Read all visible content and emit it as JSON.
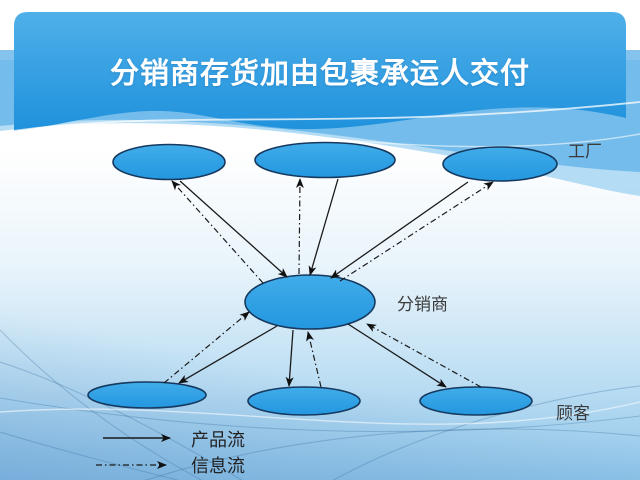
{
  "slide": {
    "title": "分销商存货加由包裹承运人交付"
  },
  "diagram": {
    "labels": {
      "factory": "工厂",
      "distributor": "分销商",
      "customer": "顾客"
    },
    "nodes": [
      {
        "id": "factory-1",
        "type": "factory",
        "row": "top"
      },
      {
        "id": "factory-2",
        "type": "factory",
        "row": "top"
      },
      {
        "id": "factory-3",
        "type": "factory",
        "row": "top"
      },
      {
        "id": "distributor",
        "type": "distributor",
        "row": "middle"
      },
      {
        "id": "customer-1",
        "type": "customer",
        "row": "bottom"
      },
      {
        "id": "customer-2",
        "type": "customer",
        "row": "bottom"
      },
      {
        "id": "customer-3",
        "type": "customer",
        "row": "bottom"
      }
    ],
    "flows": [
      {
        "from": "factory-1",
        "to": "distributor",
        "type": "product"
      },
      {
        "from": "factory-2",
        "to": "distributor",
        "type": "product"
      },
      {
        "from": "factory-3",
        "to": "distributor",
        "type": "product"
      },
      {
        "from": "distributor",
        "to": "customer-1",
        "type": "product"
      },
      {
        "from": "distributor",
        "to": "customer-2",
        "type": "product"
      },
      {
        "from": "distributor",
        "to": "customer-3",
        "type": "product"
      },
      {
        "from": "distributor",
        "to": "factory-1",
        "type": "information"
      },
      {
        "from": "distributor",
        "to": "factory-2",
        "type": "information"
      },
      {
        "from": "distributor",
        "to": "factory-3",
        "type": "information"
      },
      {
        "from": "customer-1",
        "to": "distributor",
        "type": "information"
      },
      {
        "from": "customer-2",
        "to": "distributor",
        "type": "information"
      },
      {
        "from": "customer-3",
        "to": "distributor",
        "type": "information"
      }
    ]
  },
  "legend": {
    "product_flow": "产品流",
    "info_flow": "信息流",
    "product_line_style": "solid-arrow",
    "info_line_style": "dash-dot-arrow"
  },
  "colors": {
    "header_blue_top": "#4fb0e9",
    "header_blue_bottom": "#1f91dc",
    "node_fill": "#2ea1e3",
    "node_stroke": "#16395f",
    "arrow": "#1a1a1a",
    "title_text": "#ffffff",
    "label_text": "#3a3a3a",
    "background_bottom": "#8ec4e8"
  }
}
